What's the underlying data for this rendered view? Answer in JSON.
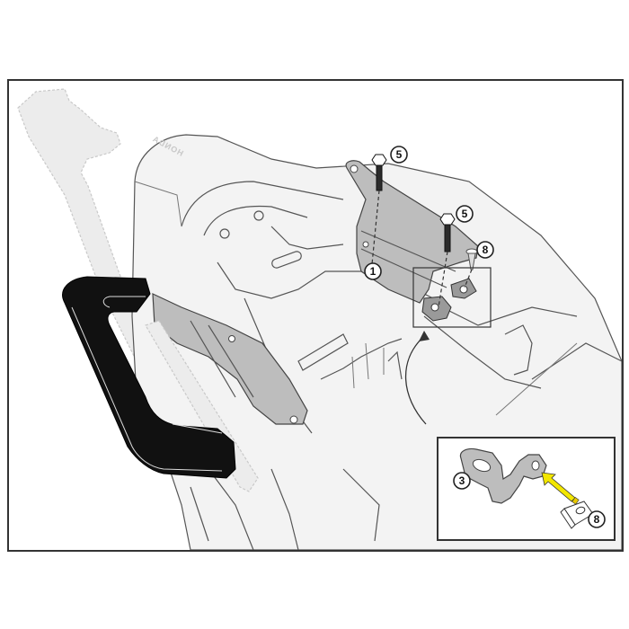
{
  "diagram": {
    "type": "assembly-instruction",
    "subject": "Motorcycle rear rack / grab handle mounting",
    "brand_marking": "HONDA",
    "colors": {
      "frame_border": "#333333",
      "plate_fill": "#bdbdbd",
      "grab_handle": "#111111",
      "arrow_yellow": "#f2e600",
      "ghost_part": "#ececec"
    },
    "callouts": [
      {
        "id": "callout-5a",
        "label": "5",
        "part": "bolt"
      },
      {
        "id": "callout-5b",
        "label": "5",
        "part": "bolt"
      },
      {
        "id": "callout-8a",
        "label": "8",
        "part": "screw"
      },
      {
        "id": "callout-1",
        "label": "1",
        "part": "mounting plate"
      },
      {
        "id": "callout-3",
        "label": "3",
        "part": "bracket"
      },
      {
        "id": "callout-8b",
        "label": "8",
        "part": "clip nut"
      }
    ],
    "detail_inset": {
      "description": "Bracket 3 with clip nut 8 being slid on (yellow arrow)"
    }
  }
}
